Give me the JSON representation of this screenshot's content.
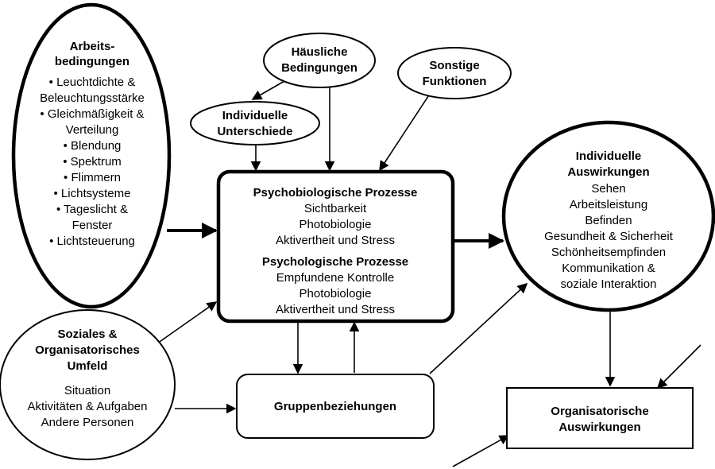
{
  "nodes": {
    "arbeitsbedingungen": {
      "title": [
        "Arbeits-",
        "bedingungen"
      ],
      "items": [
        "• Leuchtdichte &",
        "Beleuchtungsstärke",
        "• Gleichmäßigkeit &",
        "Verteilung",
        "• Blendung",
        "• Spektrum",
        "• Flimmern",
        "• Lichtsysteme",
        "• Tageslicht &",
        "Fenster",
        "• Lichtsteuerung"
      ]
    },
    "haeusliche": {
      "title": [
        "Häusliche",
        "Bedingungen"
      ]
    },
    "sonstige": {
      "title": [
        "Sonstige",
        "Funktionen"
      ]
    },
    "individuelle_unterschiede": {
      "title": [
        "Individuelle",
        "Unterschiede"
      ]
    },
    "prozesse": {
      "title1": "Psychobiologische Prozesse",
      "items1": [
        "Sichtbarkeit",
        "Photobiologie",
        "Aktivertheit und Stress"
      ],
      "title2": "Psychologische Prozesse",
      "items2": [
        "Empfundene Kontrolle",
        "Photobiologie",
        "Aktivertheit und Stress"
      ]
    },
    "individuelle_auswirkungen": {
      "title": [
        "Individuelle",
        "Auswirkungen"
      ],
      "items": [
        "Sehen",
        "Arbeitsleistung",
        "Befinden",
        "Gesundheit & Sicherheit",
        "Schönheitsempfinden",
        "Kommunikation &",
        "soziale Interaktion"
      ]
    },
    "soziales": {
      "title": [
        "Soziales &",
        "Organisatorisches",
        "Umfeld"
      ],
      "items": [
        "Situation",
        "Aktivitäten & Aufgaben",
        "Andere Personen"
      ]
    },
    "gruppe": {
      "title": "Gruppenbeziehungen"
    },
    "organisatorische": {
      "title": [
        "Organisatorische",
        "Auswirkungen"
      ]
    }
  }
}
